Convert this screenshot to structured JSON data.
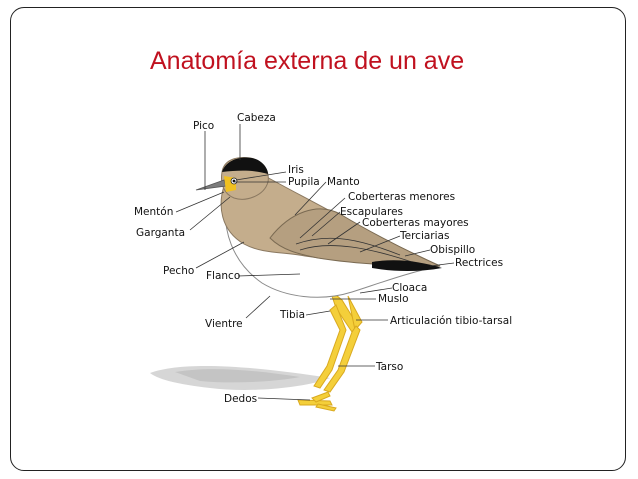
{
  "slide": {
    "title": "Anatomía externa de un ave"
  },
  "labels": {
    "pico": "Pico",
    "cabeza": "Cabeza",
    "iris": "Iris",
    "pupila": "Pupila",
    "manto": "Manto",
    "coberteras_menores": "Coberteras menores",
    "escapulares": "Escapulares",
    "coberteras_mayores": "Coberteras mayores",
    "terciarias": "Terciarias",
    "obispillo": "Obispillo",
    "rectrices": "Rectrices",
    "menton": "Mentón",
    "garganta": "Garganta",
    "pecho": "Pecho",
    "flanco": "Flanco",
    "cloaca": "Cloaca",
    "muslo": "Muslo",
    "tibia": "Tibia",
    "articulacion": "Articulación tibio-tarsal",
    "vientre": "Vientre",
    "tarso": "Tarso",
    "dedos": "Dedos"
  },
  "colors": {
    "title": "#c0111f",
    "body_brown": "#c4ad8c",
    "wing_brown": "#b59f80",
    "cap_black": "#111111",
    "beak_gray": "#7c7c7c",
    "eye_ring_yellow": "#f0c020",
    "legs_yellow": "#f4cf3a",
    "underparts": "#ffffff",
    "shadow": "#cfcfcf"
  }
}
